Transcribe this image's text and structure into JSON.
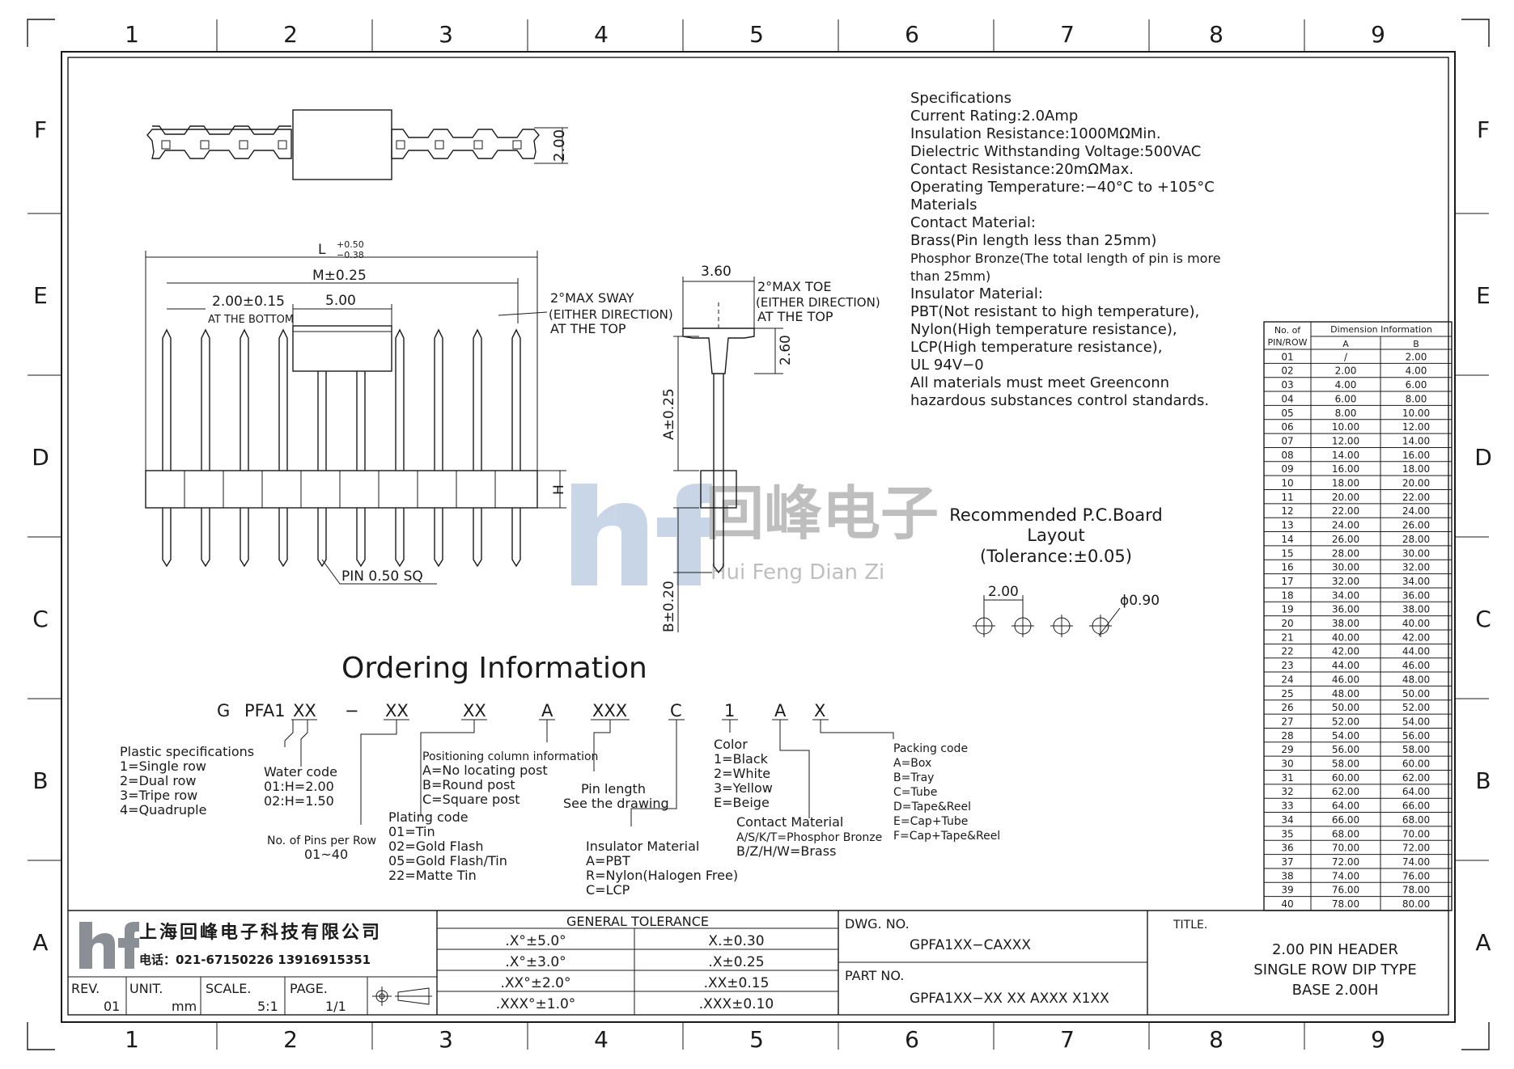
{
  "grid": {
    "columns": [
      "1",
      "2",
      "3",
      "4",
      "5",
      "6",
      "7",
      "8",
      "9"
    ],
    "rows": [
      "F",
      "E",
      "D",
      "C",
      "B",
      "A"
    ]
  },
  "specs": {
    "lines": [
      "Specifications",
      "Current Rating:2.0Amp",
      "Insulation Resistance:1000MΩMin.",
      "Dielectric Withstanding Voltage:500VAC",
      "Contact Resistance:20mΩMax.",
      "Operating Temperature:−40°C to +105°C",
      "Materials",
      "Contact Material:",
      "Brass(Pin length less than 25mm)",
      "Phosphor Bronze(The total length of pin is more",
      "than 25mm)",
      "Insulator Material:",
      "PBT(Not resistant to high temperature),",
      "Nylon(High temperature resistance),",
      "LCP(High temperature resistance),",
      "UL 94V−0",
      "All materials must meet Greenconn",
      "hazardous substances control standards."
    ]
  },
  "top_view": {
    "height_dim": "2.00"
  },
  "front_view": {
    "dim_L": "L",
    "dim_L_tol_plus": "+0.50",
    "dim_L_tol_minus": "−0.38",
    "dim_M": "M±0.25",
    "dim_pitch": "2.00±0.15",
    "dim_pitch_note": "AT THE BOTTOM",
    "dim_base": "5.00",
    "sway_note": [
      "2°MAX SWAY",
      "(EITHER DIRECTION)",
      "AT THE TOP"
    ],
    "dim_H": "H",
    "pin_note": "PIN 0.50 SQ"
  },
  "side_view": {
    "dim_width": "3.60",
    "toe_note": [
      "2°MAX TOE",
      "(EITHER DIRECTION)",
      "AT THE TOP"
    ],
    "dim_260": "2.60",
    "dim_A": "A±0.25",
    "dim_B": "B±0.20"
  },
  "pcb_layout": {
    "title_lines": [
      "Recommended P.C.Board",
      "Layout",
      "(Tolerance:±0.05)"
    ],
    "pitch": "2.00",
    "hole": "ϕ0.90"
  },
  "watermark": {
    "cn": "回峰电子",
    "en": "Hui Feng Dian Zi"
  },
  "ordering": {
    "title": "Ordering Information",
    "code_parts": [
      "G",
      "PFA1",
      "XX",
      "−",
      "XX",
      "XX",
      "A",
      "XXX",
      "C",
      "1",
      "A",
      "X"
    ],
    "plastic": [
      "Plastic specifications",
      "1=Single row",
      "2=Dual row",
      "3=Tripe row",
      "4=Quadruple"
    ],
    "water": [
      "Water code",
      "01:H=2.00",
      "02:H=1.50"
    ],
    "pins": [
      "No. of Pins per Row",
      "01~40"
    ],
    "plating": [
      "Plating code",
      "01=Tin",
      "02=Gold Flash",
      "05=Gold Flash/Tin",
      "22=Matte Tin"
    ],
    "positioning": [
      "Positioning column information",
      "A=No locating post",
      "B=Round post",
      "C=Square post"
    ],
    "pin_length": [
      "Pin length",
      "See the drawing"
    ],
    "insulator": [
      "Insulator Material",
      "A=PBT",
      "R=Nylon(Halogen Free)",
      "C=LCP"
    ],
    "color": [
      "Color",
      "1=Black",
      "2=White",
      "3=Yellow",
      "E=Beige"
    ],
    "contact": [
      "Contact Material",
      "A/S/K/T=Phosphor Bronze",
      "B/Z/H/W=Brass"
    ],
    "packing": [
      "Packing code",
      "A=Box",
      "B=Tray",
      "C=Tube",
      "D=Tape&Reel",
      "E=Cap+Tube",
      "F=Cap+Tape&Reel"
    ]
  },
  "dim_table": {
    "header_col1": [
      "No. of",
      "PIN/ROW"
    ],
    "header_group": "Dimension Information",
    "header_a": "A",
    "header_b": "B",
    "rows": [
      [
        "01",
        "/",
        "2.00"
      ],
      [
        "02",
        "2.00",
        "4.00"
      ],
      [
        "03",
        "4.00",
        "6.00"
      ],
      [
        "04",
        "6.00",
        "8.00"
      ],
      [
        "05",
        "8.00",
        "10.00"
      ],
      [
        "06",
        "10.00",
        "12.00"
      ],
      [
        "07",
        "12.00",
        "14.00"
      ],
      [
        "08",
        "14.00",
        "16.00"
      ],
      [
        "09",
        "16.00",
        "18.00"
      ],
      [
        "10",
        "18.00",
        "20.00"
      ],
      [
        "11",
        "20.00",
        "22.00"
      ],
      [
        "12",
        "22.00",
        "24.00"
      ],
      [
        "13",
        "24.00",
        "26.00"
      ],
      [
        "14",
        "26.00",
        "28.00"
      ],
      [
        "15",
        "28.00",
        "30.00"
      ],
      [
        "16",
        "30.00",
        "32.00"
      ],
      [
        "17",
        "32.00",
        "34.00"
      ],
      [
        "18",
        "34.00",
        "36.00"
      ],
      [
        "19",
        "36.00",
        "38.00"
      ],
      [
        "20",
        "38.00",
        "40.00"
      ],
      [
        "21",
        "40.00",
        "42.00"
      ],
      [
        "22",
        "42.00",
        "44.00"
      ],
      [
        "23",
        "44.00",
        "46.00"
      ],
      [
        "24",
        "46.00",
        "48.00"
      ],
      [
        "25",
        "48.00",
        "50.00"
      ],
      [
        "26",
        "50.00",
        "52.00"
      ],
      [
        "27",
        "52.00",
        "54.00"
      ],
      [
        "28",
        "54.00",
        "56.00"
      ],
      [
        "29",
        "56.00",
        "58.00"
      ],
      [
        "30",
        "58.00",
        "60.00"
      ],
      [
        "31",
        "60.00",
        "62.00"
      ],
      [
        "32",
        "62.00",
        "64.00"
      ],
      [
        "33",
        "64.00",
        "66.00"
      ],
      [
        "34",
        "66.00",
        "68.00"
      ],
      [
        "35",
        "68.00",
        "70.00"
      ],
      [
        "36",
        "70.00",
        "72.00"
      ],
      [
        "37",
        "72.00",
        "74.00"
      ],
      [
        "38",
        "74.00",
        "76.00"
      ],
      [
        "39",
        "76.00",
        "78.00"
      ],
      [
        "40",
        "78.00",
        "80.00"
      ]
    ]
  },
  "title_block": {
    "company_cn": "上海回峰电子科技有限公司",
    "phone": "电话：021-67150226  13916915351",
    "rev_label": "REV.",
    "rev": "01",
    "unit_label": "UNIT.",
    "unit": "mm",
    "scale_label": "SCALE.",
    "scale": "5:1",
    "page_label": "PAGE.",
    "page": "1/1",
    "tol_title": "GENERAL TOLERANCE",
    "tol_rows": [
      [
        ".X°±5.0°",
        "X.±0.30"
      ],
      [
        ".X°±3.0°",
        ".X±0.25"
      ],
      [
        ".XX°±2.0°",
        ".XX±0.15"
      ],
      [
        ".XXX°±1.0°",
        ".XXX±0.10"
      ]
    ],
    "dwg_label": "DWG. NO.",
    "dwg": "GPFA1XX−CAXXX",
    "part_label": "PART NO.",
    "part": "GPFA1XX−XX XX AXXX X1XX",
    "title_label": "TITLE.",
    "title_lines": [
      "2.00 PIN HEADER",
      "SINGLE ROW DIP TYPE",
      "BASE 2.00H"
    ]
  }
}
